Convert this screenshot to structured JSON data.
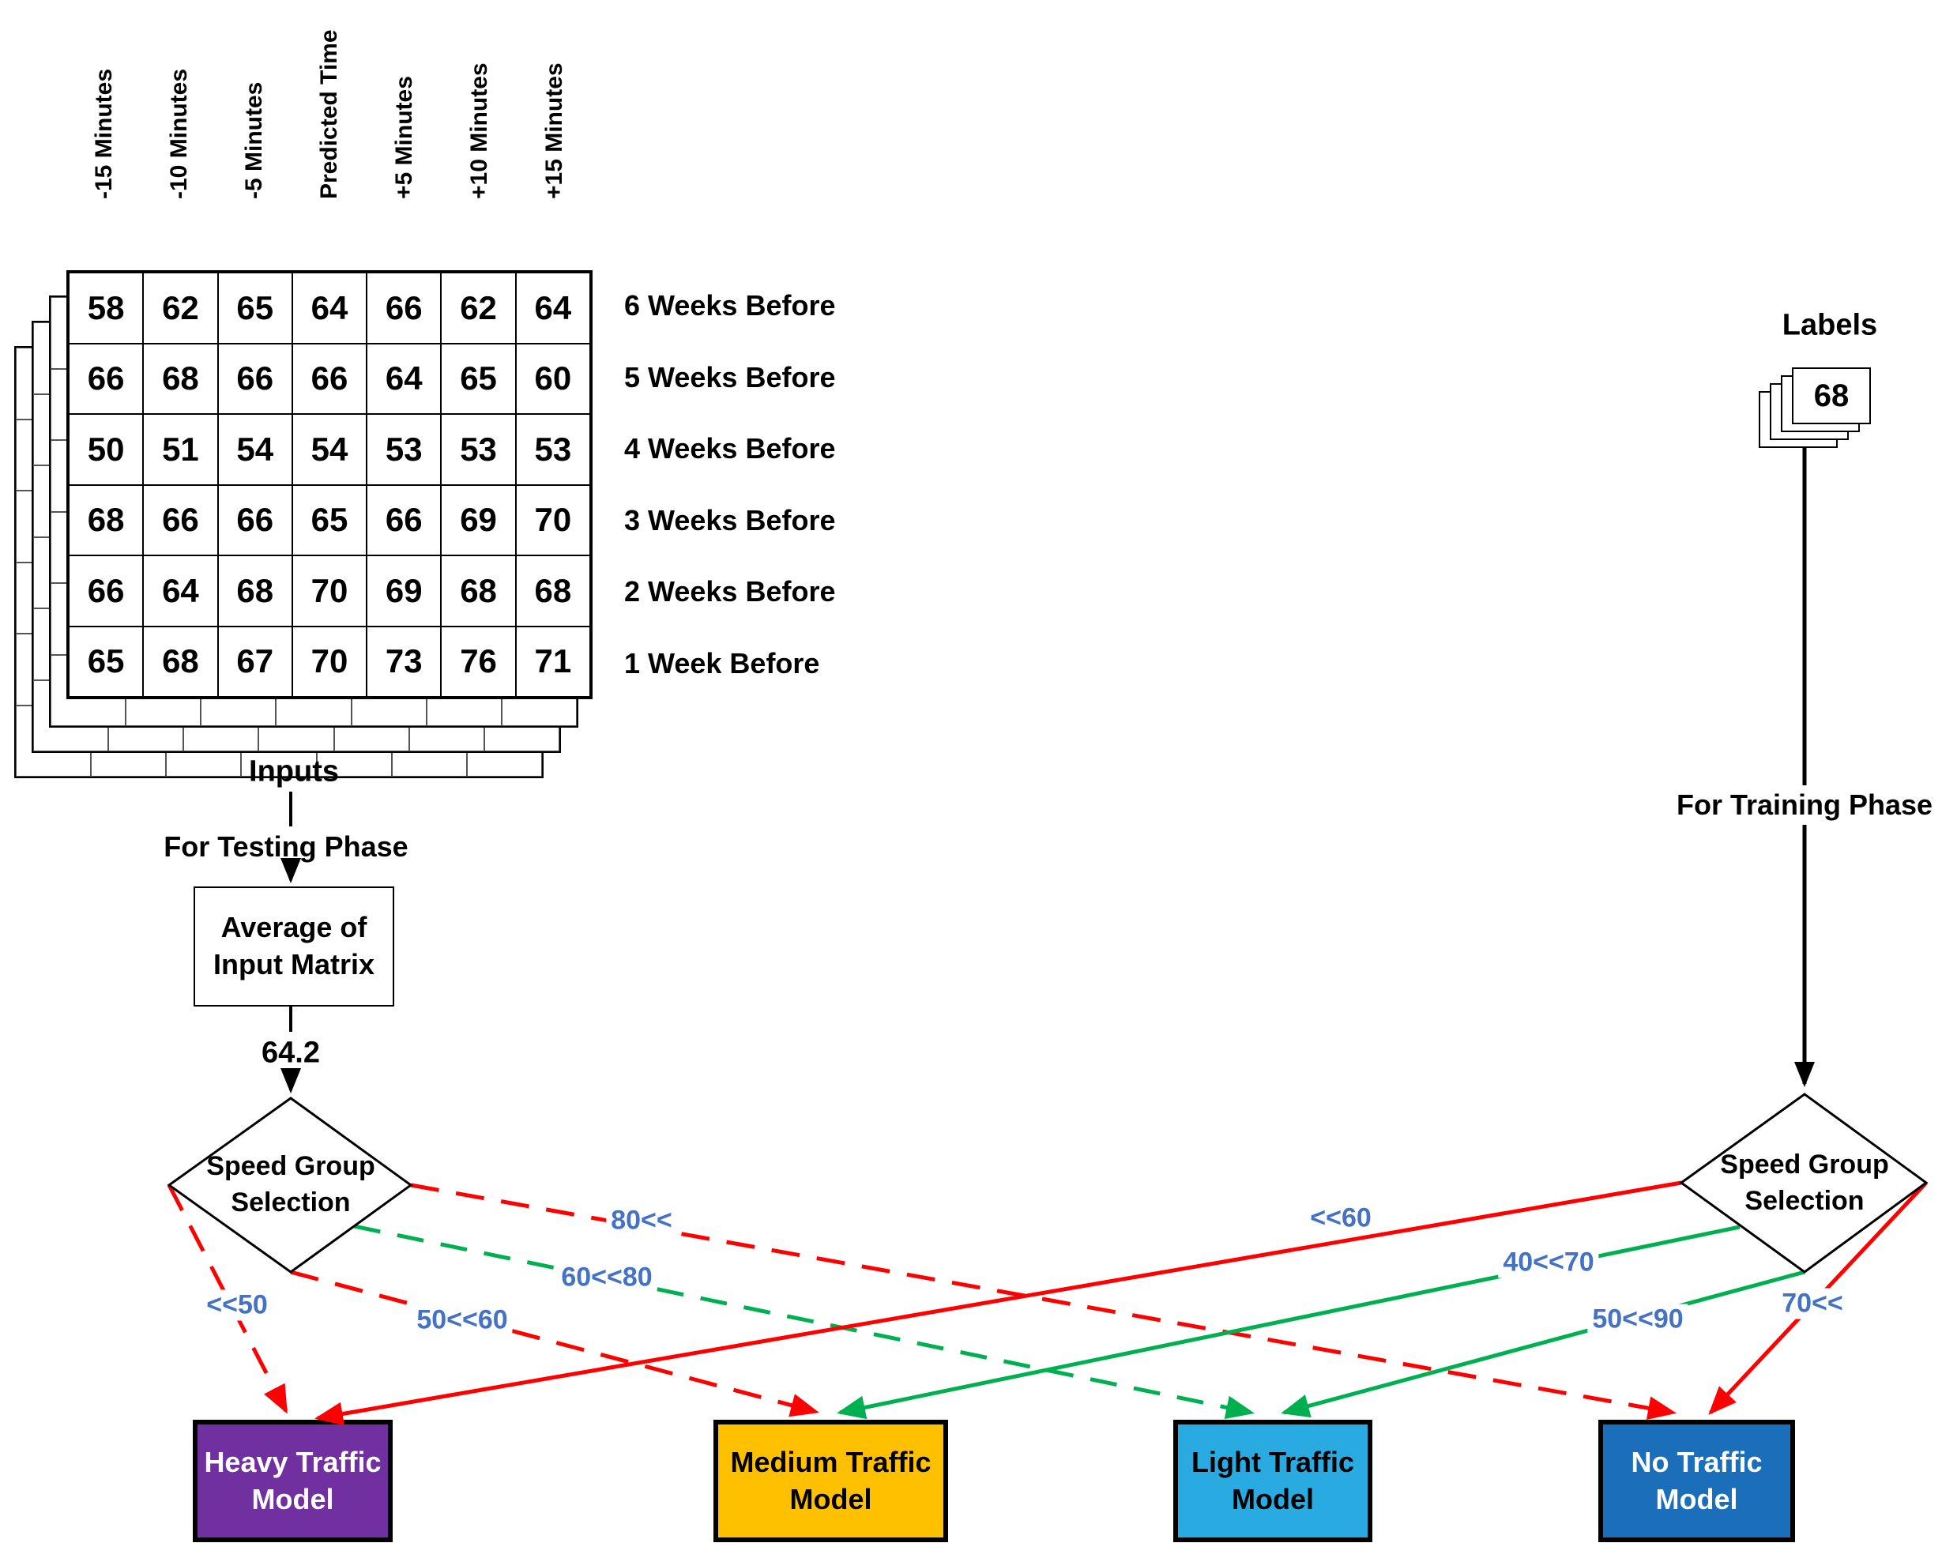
{
  "figure": {
    "matrix": {
      "column_headers": [
        "-15 Minutes",
        "-10 Minutes",
        "-5 Minutes",
        "Predicted Time",
        "+5 Minutes",
        "+10 Minutes",
        "+15 Minutes"
      ],
      "row_labels": [
        "6 Weeks Before",
        "5 Weeks Before",
        "4 Weeks Before",
        "3 Weeks Before",
        "2 Weeks Before",
        "1 Week Before"
      ],
      "rows": [
        [
          58,
          62,
          65,
          64,
          66,
          62,
          64
        ],
        [
          66,
          68,
          66,
          66,
          64,
          65,
          60
        ],
        [
          50,
          51,
          54,
          54,
          53,
          53,
          53
        ],
        [
          68,
          66,
          66,
          65,
          66,
          69,
          70
        ],
        [
          66,
          64,
          68,
          70,
          69,
          68,
          68
        ],
        [
          65,
          68,
          67,
          70,
          73,
          76,
          71
        ]
      ],
      "stack_count": 4,
      "caption": "Inputs"
    },
    "testing": {
      "phase_label": "For Testing Phase",
      "average_box_label": "Average of Input Matrix",
      "average_value": "64.2",
      "decision_label": "Speed Group Selection"
    },
    "training": {
      "labels_title": "Labels",
      "label_card_value": "68",
      "phase_label": "For Training Phase",
      "decision_label": "Speed Group Selection"
    },
    "edges": [
      {
        "label": "<<50",
        "phase": "testing",
        "line": "dashed",
        "color": "#FF0000",
        "target": "Heavy Traffic Model"
      },
      {
        "label": "50<<60",
        "phase": "testing",
        "line": "dashed",
        "color": "#FF0000",
        "target": "Medium Traffic Model"
      },
      {
        "label": "60<<80",
        "phase": "testing",
        "line": "dashed",
        "color": "#00B050",
        "target": "Light Traffic Model"
      },
      {
        "label": "80<<",
        "phase": "testing",
        "line": "dashed",
        "color": "#FF0000",
        "target": "No Traffic Model"
      },
      {
        "label": "<<60",
        "phase": "training",
        "line": "solid",
        "color": "#FF0000",
        "target": "Heavy Traffic Model"
      },
      {
        "label": "40<<70",
        "phase": "training",
        "line": "solid",
        "color": "#00B050",
        "target": "Medium Traffic Model"
      },
      {
        "label": "50<<90",
        "phase": "training",
        "line": "solid",
        "color": "#00B050",
        "target": "Light Traffic Model"
      },
      {
        "label": "70<<",
        "phase": "training",
        "line": "solid",
        "color": "#FF0000",
        "target": "No Traffic Model"
      }
    ],
    "models": [
      {
        "label": "Heavy Traffic Model",
        "color": "#7030A0",
        "text_color": "#FFFFFF"
      },
      {
        "label": "Medium Traffic Model",
        "color": "#FFC000",
        "text_color": "#000000"
      },
      {
        "label": "Light Traffic Model",
        "color": "#29ABE2",
        "text_color": "#000000"
      },
      {
        "label": "No Traffic Model",
        "color": "#1B6FBA",
        "text_color": "#FFFFFF"
      }
    ],
    "colors": {
      "edge_red": "#FF0000",
      "edge_green": "#00B050",
      "edge_label_blue": "#4472C4",
      "flow_black": "#000000"
    }
  }
}
